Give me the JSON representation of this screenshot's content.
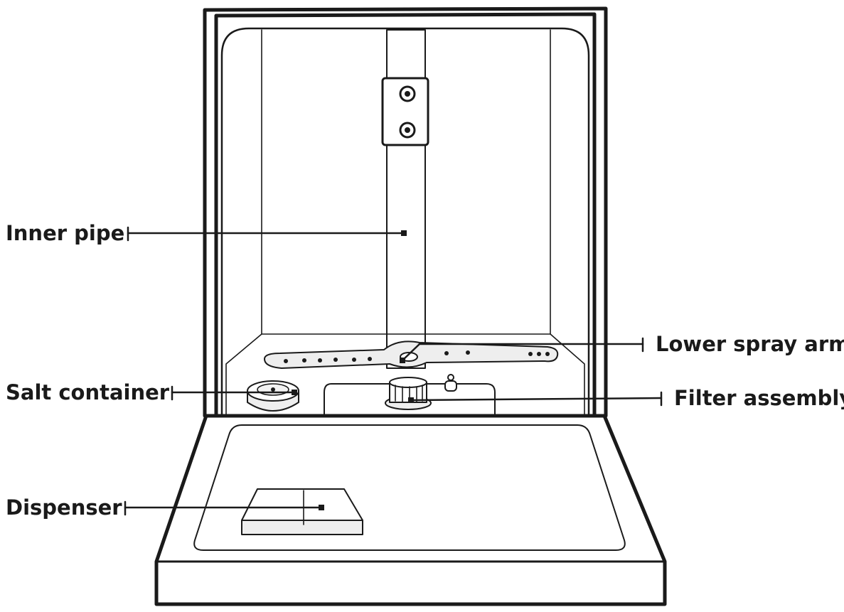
{
  "diagram": {
    "labels": {
      "inner_pipe": "Inner pipe",
      "lower_spray_arm": "Lower spray arm",
      "salt_container": "Salt container",
      "filter_assembly": "Filter assembly",
      "dispenser": "Dispenser"
    },
    "colors": {
      "line": "#1a1a1a",
      "fill": "#ffffff",
      "part_fill": "#f2f2f2"
    }
  }
}
